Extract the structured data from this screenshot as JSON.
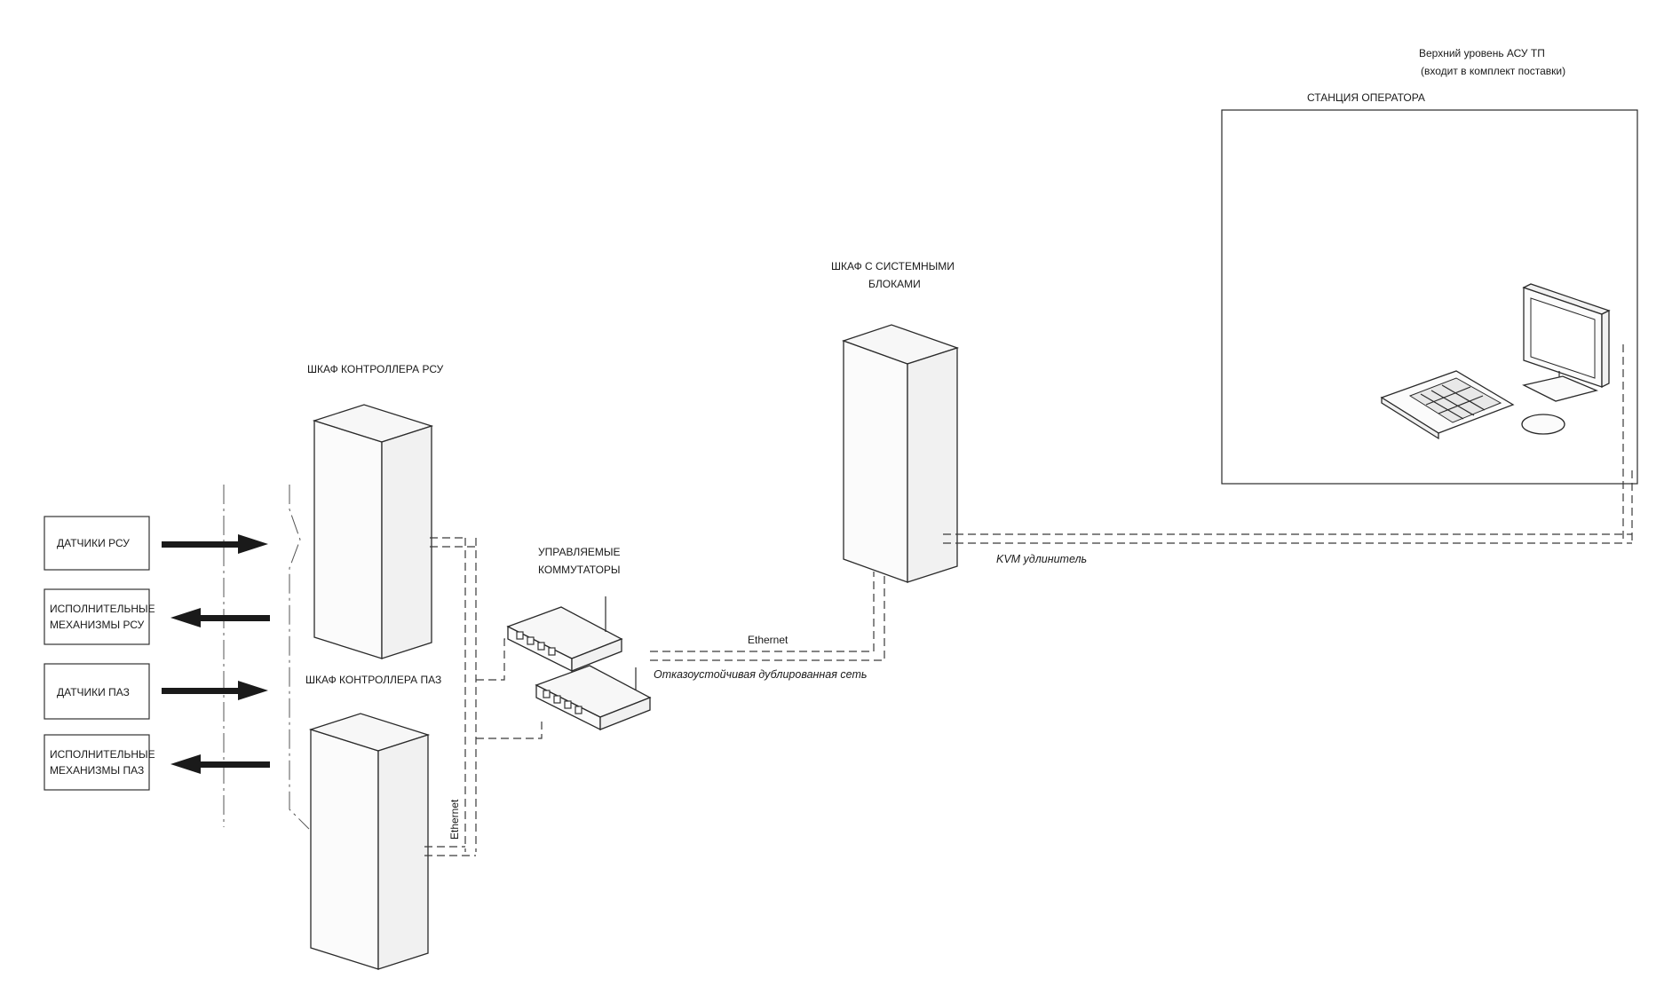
{
  "labels": {
    "top_level_line1": "Верхний уровень АСУ ТП",
    "top_level_line2": "(входит в комплект поставки)",
    "operator_station": "СТАНЦИЯ ОПЕРАТОРА",
    "system_cabinet_line1": "ШКАФ С СИСТЕМНЫМИ",
    "system_cabinet_line2": "БЛОКАМИ",
    "rsu_cabinet": "ШКАФ КОНТРОЛЛЕРА РСУ",
    "paz_cabinet": "ШКАФ КОНТРОЛЛЕРА ПАЗ",
    "switches_line1": "УПРАВЛЯЕМЫЕ",
    "switches_line2": "КОММУТАТОРЫ",
    "kvm_extender": "KVM удлинитель",
    "ethernet_horizontal": "Ethernet",
    "redundant_network": "Отказоустойчивая дублированная сеть",
    "ethernet_vertical": "Ethernet",
    "sensors_rsu": "ДАТЧИКИ РСУ",
    "actuators_rsu_line1": "ИСПОЛНИТЕЛЬНЫЕ",
    "actuators_rsu_line2": "МЕХАНИЗМЫ РСУ",
    "sensors_paz": "ДАТЧИКИ ПАЗ",
    "actuators_paz_line1": "ИСПОЛНИТЕЛЬНЫЕ",
    "actuators_paz_line2": "МЕХАНИЗМЫ ПАЗ"
  },
  "icons": {
    "monitor": "monitor-icon",
    "keyboard": "keyboard-icon",
    "mouse": "mouse-icon",
    "switch": "network-switch-icon",
    "cabinet": "cabinet-icon"
  }
}
